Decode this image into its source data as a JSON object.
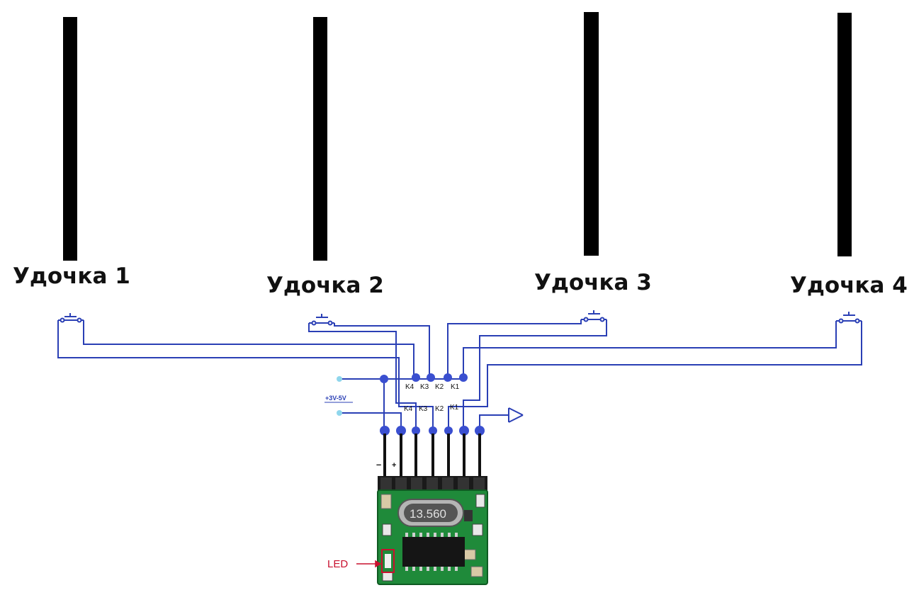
{
  "rods": [
    {
      "label": "Удочка 1"
    },
    {
      "label": "Удочка 2"
    },
    {
      "label": "Удочка 3"
    },
    {
      "label": "Удочка 4"
    }
  ],
  "pins_top": [
    "K4",
    "K3",
    "K2",
    "K1"
  ],
  "pins_bottom": [
    "K4",
    "K3",
    "K2",
    "K1"
  ],
  "supply_label": "+3V-5V",
  "polarity": {
    "minus": "–",
    "plus": "+"
  },
  "crystal_label": "13.560",
  "led_label": "LED",
  "colors": {
    "wire": "#2a3fb5",
    "node": "#3a4fd0",
    "terminal": "#8fd6ec",
    "pcb": "#1f8a3a",
    "header": "#1a1a1a",
    "led_callout": "#c8102e",
    "rod": "#000000"
  }
}
